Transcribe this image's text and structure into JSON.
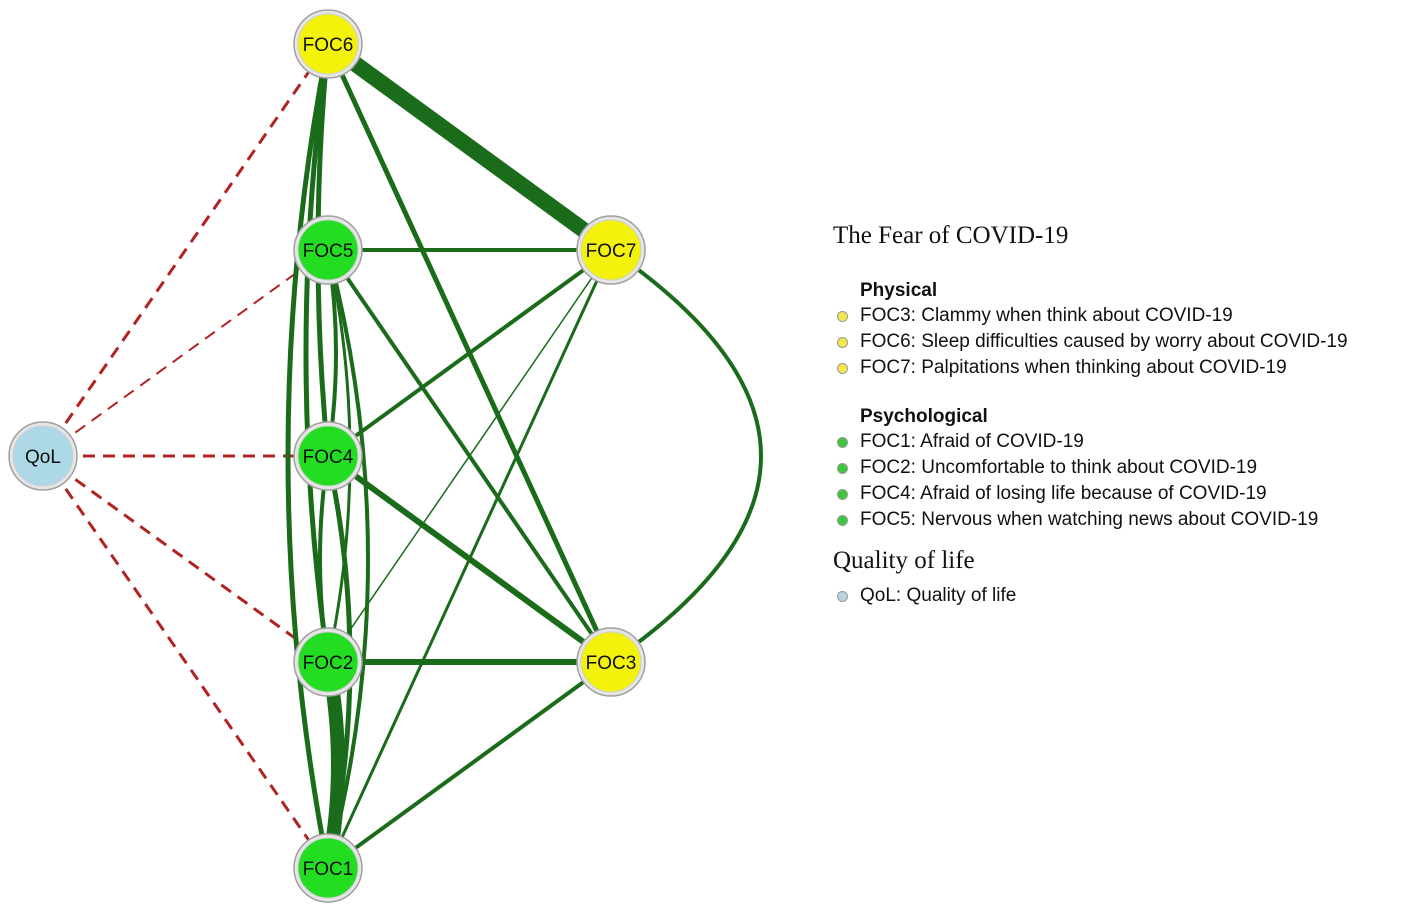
{
  "colors": {
    "physical": "#f2f20a",
    "psychological": "#22dd22",
    "qol": "#add8e6",
    "positive_edge": "#1a6b1a",
    "negative_edge": "#b22222"
  },
  "nodes": [
    {
      "id": "QoL",
      "label": "QoL",
      "group": "qol"
    },
    {
      "id": "FOC6",
      "label": "FOC6",
      "group": "physical"
    },
    {
      "id": "FOC5",
      "label": "FOC5",
      "group": "psychological"
    },
    {
      "id": "FOC4",
      "label": "FOC4",
      "group": "psychological"
    },
    {
      "id": "FOC2",
      "label": "FOC2",
      "group": "psychological"
    },
    {
      "id": "FOC1",
      "label": "FOC1",
      "group": "psychological"
    },
    {
      "id": "FOC7",
      "label": "FOC7",
      "group": "physical"
    },
    {
      "id": "FOC3",
      "label": "FOC3",
      "group": "physical"
    }
  ],
  "edges": [
    {
      "source": "QoL",
      "target": "FOC6",
      "sign": "negative"
    },
    {
      "source": "QoL",
      "target": "FOC5",
      "sign": "negative"
    },
    {
      "source": "QoL",
      "target": "FOC4",
      "sign": "negative"
    },
    {
      "source": "QoL",
      "target": "FOC2",
      "sign": "negative"
    },
    {
      "source": "QoL",
      "target": "FOC1",
      "sign": "negative"
    },
    {
      "source": "FOC6",
      "target": "FOC7",
      "sign": "positive"
    },
    {
      "source": "FOC6",
      "target": "FOC3",
      "sign": "positive"
    },
    {
      "source": "FOC6",
      "target": "FOC4",
      "sign": "positive"
    },
    {
      "source": "FOC6",
      "target": "FOC2",
      "sign": "positive"
    },
    {
      "source": "FOC6",
      "target": "FOC1",
      "sign": "positive"
    },
    {
      "source": "FOC5",
      "target": "FOC7",
      "sign": "positive"
    },
    {
      "source": "FOC5",
      "target": "FOC3",
      "sign": "positive"
    },
    {
      "source": "FOC5",
      "target": "FOC4",
      "sign": "positive"
    },
    {
      "source": "FOC5",
      "target": "FOC2",
      "sign": "positive"
    },
    {
      "source": "FOC5",
      "target": "FOC1",
      "sign": "positive"
    },
    {
      "source": "FOC4",
      "target": "FOC7",
      "sign": "positive"
    },
    {
      "source": "FOC4",
      "target": "FOC3",
      "sign": "positive"
    },
    {
      "source": "FOC4",
      "target": "FOC2",
      "sign": "positive"
    },
    {
      "source": "FOC4",
      "target": "FOC1",
      "sign": "positive"
    },
    {
      "source": "FOC2",
      "target": "FOC7",
      "sign": "positive"
    },
    {
      "source": "FOC2",
      "target": "FOC3",
      "sign": "positive"
    },
    {
      "source": "FOC2",
      "target": "FOC1",
      "sign": "positive"
    },
    {
      "source": "FOC1",
      "target": "FOC7",
      "sign": "positive"
    },
    {
      "source": "FOC1",
      "target": "FOC3",
      "sign": "positive"
    },
    {
      "source": "FOC7",
      "target": "FOC3",
      "sign": "positive"
    }
  ],
  "legend": {
    "section1_title": "The Fear of COVID-19",
    "physical_title": "Physical",
    "physical_items": [
      "FOC3: Clammy when think about COVID-19",
      "FOC6: Sleep difficulties caused by worry about COVID-19",
      "FOC7: Palpitations when thinking about COVID-19"
    ],
    "psychological_title": "Psychological",
    "psychological_items": [
      "FOC1: Afraid of COVID-19",
      "FOC2: Uncomfortable to think about COVID-19",
      "FOC4: Afraid of losing life because of COVID-19",
      "FOC5: Nervous when watching news about COVID-19"
    ],
    "section2_title": "Quality of life",
    "qol_items": [
      "QoL: Quality of life"
    ]
  }
}
